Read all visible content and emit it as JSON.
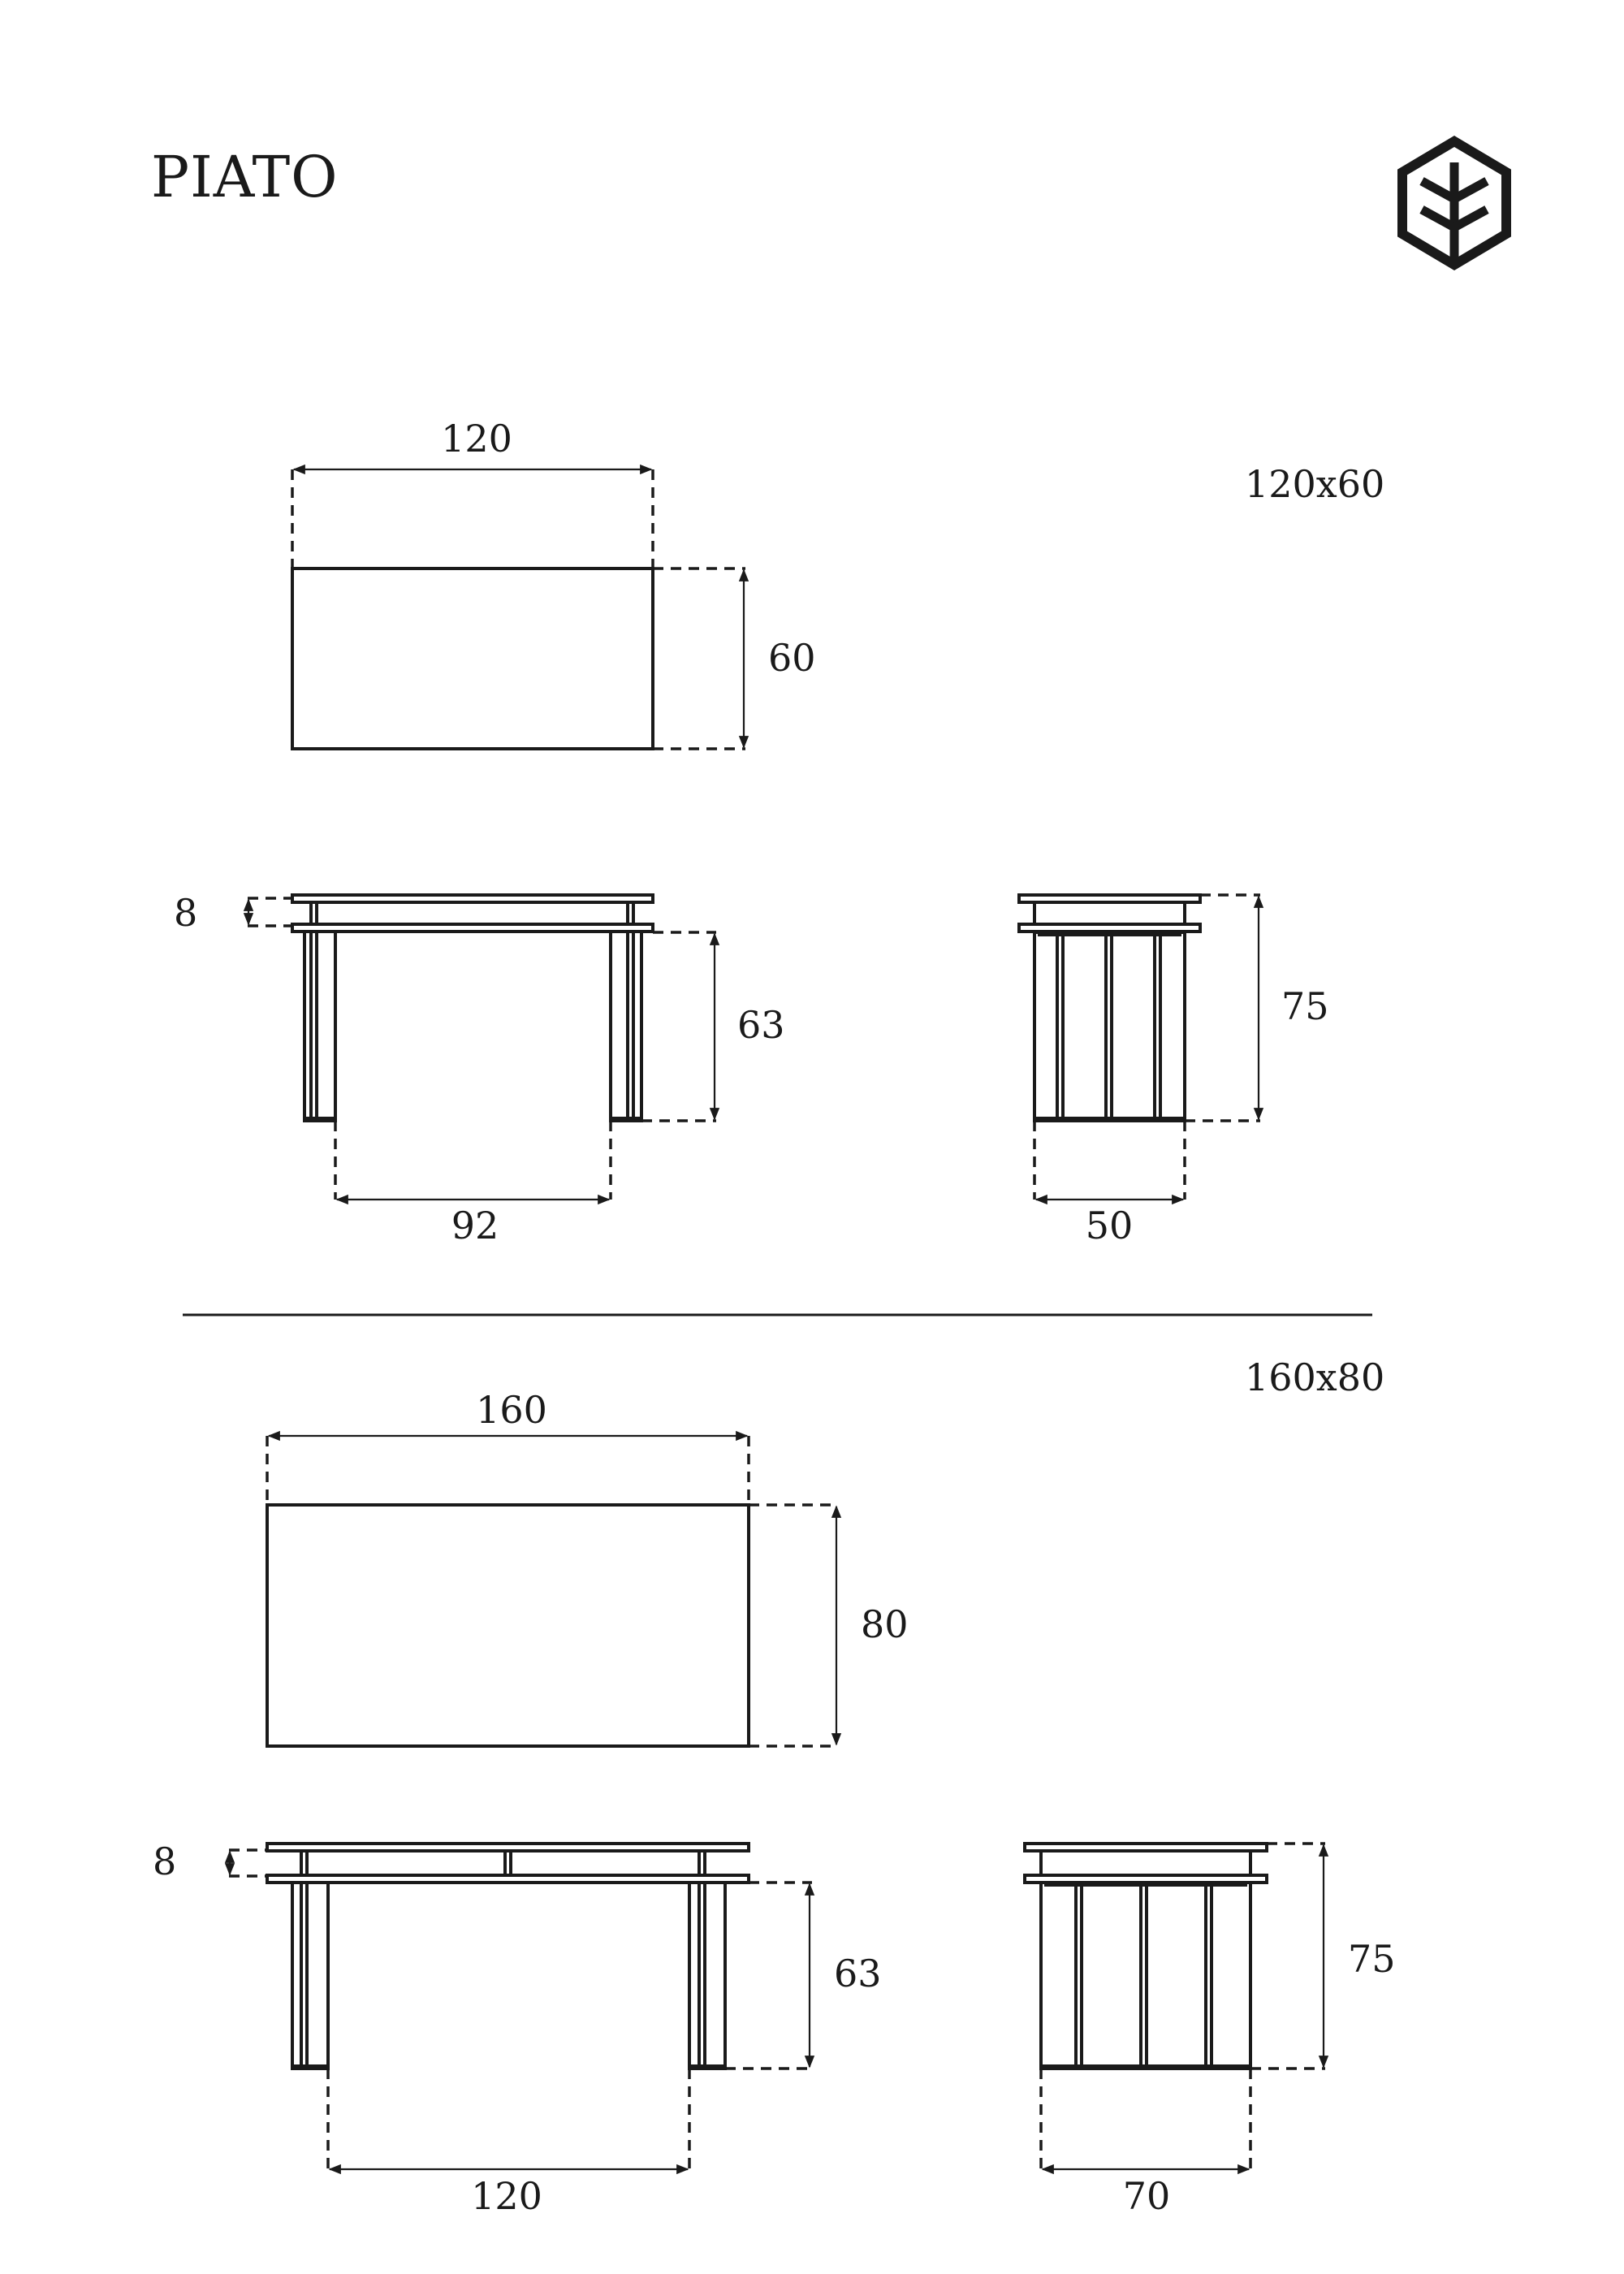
{
  "header": {
    "title": "PIATO",
    "logo_icon": "hexagon-leaf-logo-icon"
  },
  "colors": {
    "ink": "#1a1a1a",
    "background": "#ffffff"
  },
  "variants": [
    {
      "size_label": "120x60",
      "top_view": {
        "width_label": "120",
        "depth_label": "60"
      },
      "side_view": {
        "top_gap_label": "8",
        "leg_height_label": "63",
        "leg_span_label": "92"
      },
      "end_view": {
        "total_height_label": "75",
        "base_width_label": "50"
      }
    },
    {
      "size_label": "160x80",
      "top_view": {
        "width_label": "160",
        "depth_label": "80"
      },
      "side_view": {
        "top_gap_label": "8",
        "leg_height_label": "63",
        "leg_span_label": "120"
      },
      "end_view": {
        "total_height_label": "75",
        "base_width_label": "70"
      }
    }
  ]
}
